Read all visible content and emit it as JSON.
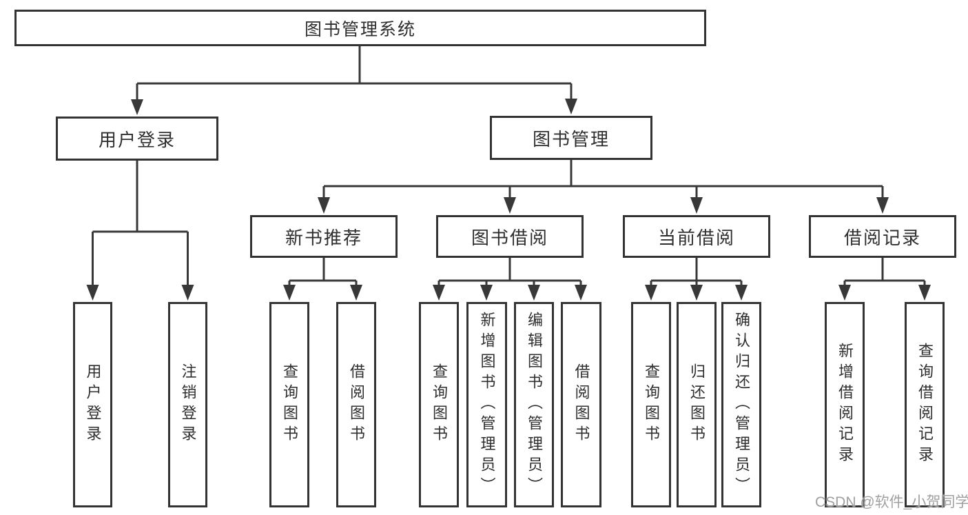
{
  "tree": {
    "label": "图书管理系统",
    "children": [
      {
        "label": "用户登录",
        "children": [
          {
            "label": "用户登录"
          },
          {
            "label": "注销登录"
          }
        ]
      },
      {
        "label": "图书管理",
        "children": [
          {
            "label": "新书推荐",
            "children": [
              {
                "label": "查询图书"
              },
              {
                "label": "借阅图书"
              }
            ]
          },
          {
            "label": "图书借阅",
            "children": [
              {
                "label": "查询图书"
              },
              {
                "label": "新增图书（管理员）"
              },
              {
                "label": "编辑图书（管理员）"
              },
              {
                "label": "借阅图书"
              }
            ]
          },
          {
            "label": "当前借阅",
            "children": [
              {
                "label": "查询图书"
              },
              {
                "label": "归还图书"
              },
              {
                "label": "确认归还（管理员）"
              }
            ]
          },
          {
            "label": "借阅记录",
            "children": [
              {
                "label": "新增借阅记录"
              },
              {
                "label": "查询借阅记录"
              }
            ]
          }
        ]
      }
    ]
  },
  "watermark": "CSDN @软件_小贺同学",
  "colors": {
    "line": "#383838",
    "box_border": "#333333",
    "text": "#2e2e2e",
    "watermark": "#a0a0a0",
    "background": "#ffffff"
  }
}
